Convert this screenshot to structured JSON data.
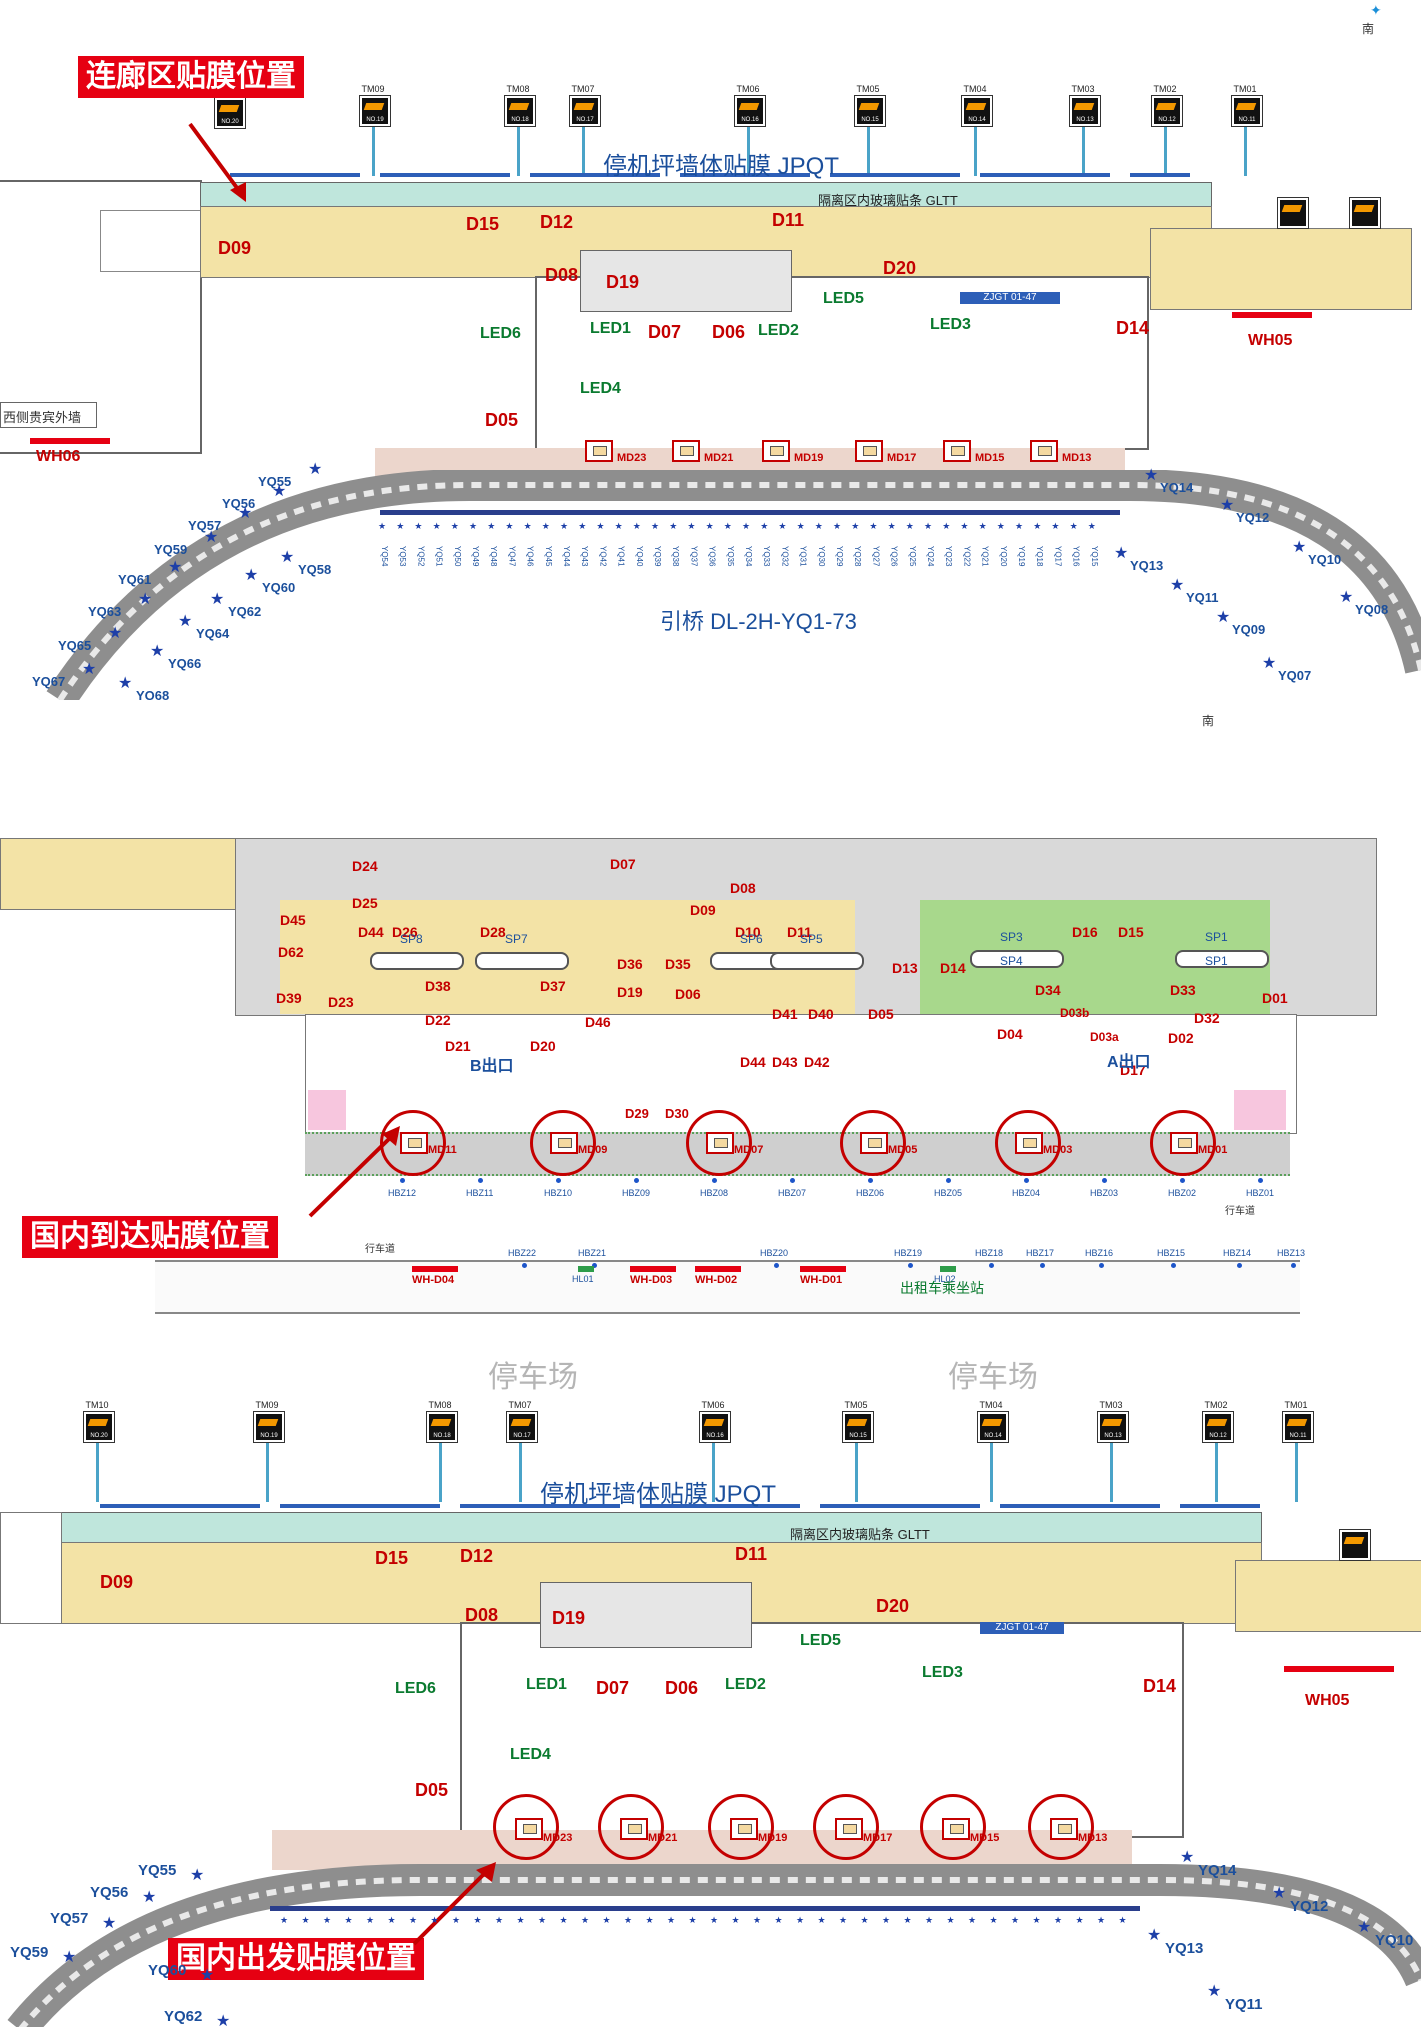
{
  "annotations": {
    "corridor": "连廊区贴膜位置",
    "arrival": "国内到达贴膜位置",
    "departure": "国内出发贴膜位置"
  },
  "compass": {
    "top": "南",
    "mid": "南"
  },
  "top_map": {
    "gates": [
      {
        "tm": "TM09",
        "no": "NO.19"
      },
      {
        "tm": "TM08",
        "no": "NO.18"
      },
      {
        "tm": "TM07",
        "no": "NO.17"
      },
      {
        "tm": "TM06",
        "no": "NO.16"
      },
      {
        "tm": "TM05",
        "no": "NO.15"
      },
      {
        "tm": "TM04",
        "no": "NO.14"
      },
      {
        "tm": "TM03",
        "no": "NO.13"
      },
      {
        "tm": "TM02",
        "no": "NO.12"
      },
      {
        "tm": "TM01",
        "no": "NO.11"
      }
    ],
    "first_gate_no": "NO.20",
    "apron_title": "停机坪墙体贴膜  JPQT",
    "glass_title": "隔离区内玻璃贴条  GLTT",
    "codes": [
      "D09",
      "D15",
      "D12",
      "D11",
      "D08",
      "D19",
      "D20",
      "D07",
      "D06",
      "D05",
      "D14"
    ],
    "leds": [
      "LED1",
      "LED2",
      "LED4",
      "LED5",
      "LED6",
      "LED3"
    ],
    "wh": [
      "WH05",
      "WH06"
    ],
    "west_wall": "西侧贵宾外墙",
    "bridge_title": "引桥  DL-2H-YQ1-73",
    "md": [
      "MD23",
      "MD21",
      "MD19",
      "MD17",
      "MD15",
      "MD13"
    ],
    "yq_left": [
      "YQ55",
      "YQ56",
      "YQ57",
      "YQ59",
      "YQ61",
      "YQ63",
      "YQ65",
      "YQ67",
      "YQ58",
      "YQ60",
      "YQ62",
      "YQ64",
      "YQ66",
      "YQ68"
    ],
    "yq_right": [
      "YQ14",
      "YQ12",
      "YQ10",
      "YQ13",
      "YQ11",
      "YQ08",
      "YQ09",
      "YQ07"
    ],
    "yq_col": [
      "YQ54",
      "YQ53",
      "YQ52",
      "YQ51",
      "YQ50",
      "YQ49",
      "YQ48",
      "YQ47",
      "YQ46",
      "YQ45",
      "YQ44",
      "YQ43",
      "YQ42",
      "YQ41",
      "YQ40",
      "YQ39",
      "YQ38",
      "YQ37",
      "YQ36",
      "YQ35",
      "YQ34",
      "YQ33",
      "YQ32",
      "YQ31",
      "YQ30",
      "YQ29",
      "YQ28",
      "YQ27",
      "YQ26",
      "YQ25",
      "YQ24",
      "YQ23",
      "YQ22",
      "YQ21",
      "YQ20",
      "YQ19",
      "YQ18",
      "YQ17",
      "YQ16",
      "YQ15"
    ],
    "zjgt": "ZJGT 01-47"
  },
  "mid_map": {
    "codes": [
      "D24",
      "D25",
      "D44",
      "D26",
      "D28",
      "D07",
      "D08",
      "D09",
      "D10",
      "D11",
      "D16",
      "D15",
      "D45",
      "D62",
      "D39",
      "D23",
      "D38",
      "D37",
      "D36",
      "D35",
      "D19",
      "D06",
      "D13",
      "D14",
      "D34",
      "D33",
      "D01",
      "D21",
      "D22",
      "D20",
      "D46",
      "D41",
      "D40",
      "D05",
      "D04",
      "D03b",
      "D03a",
      "D02",
      "D32",
      "D44",
      "D43",
      "D42",
      "D29",
      "D30",
      "D17"
    ],
    "sp": [
      "SP8",
      "SP7",
      "SP6",
      "SP5",
      "SP3",
      "SP1",
      "SP4",
      "SP1"
    ],
    "exits": [
      "B出口",
      "A出口"
    ],
    "md": [
      "MD11",
      "MD09",
      "MD07",
      "MD05",
      "MD03",
      "MD01"
    ],
    "hbz_top": [
      "HBZ12",
      "HBZ11",
      "HBZ10",
      "HBZ09",
      "HBZ08",
      "HBZ07",
      "HBZ06",
      "HBZ05",
      "HBZ04",
      "HBZ03",
      "HBZ02",
      "HBZ01"
    ],
    "hbz_bottom": [
      "HBZ22",
      "HBZ21",
      "HBZ20",
      "HBZ19",
      "HBZ18",
      "HBZ17",
      "HBZ16",
      "HBZ15",
      "HBZ14",
      "HBZ13"
    ],
    "wh": [
      "WH-D04",
      "WH-D03",
      "WH-D02",
      "WH-D01"
    ],
    "hl": [
      "HL01",
      "HL02"
    ],
    "lane": "行车道",
    "taxi": "出租车乘坐站",
    "parking": "停车场"
  },
  "bottom_map": {
    "gates": [
      {
        "tm": "TM10",
        "no": "NO.20"
      },
      {
        "tm": "TM09",
        "no": "NO.19"
      },
      {
        "tm": "TM08",
        "no": "NO.18"
      },
      {
        "tm": "TM07",
        "no": "NO.17"
      },
      {
        "tm": "TM06",
        "no": "NO.16"
      },
      {
        "tm": "TM05",
        "no": "NO.15"
      },
      {
        "tm": "TM04",
        "no": "NO.14"
      },
      {
        "tm": "TM03",
        "no": "NO.13"
      },
      {
        "tm": "TM02",
        "no": "NO.12"
      },
      {
        "tm": "TM01",
        "no": "NO.11"
      }
    ],
    "apron_title": "停机坪墙体贴膜  JPQT",
    "glass_title": "隔离区内玻璃贴条  GLTT",
    "codes": [
      "D09",
      "D15",
      "D12",
      "D11",
      "D08",
      "D19",
      "D20",
      "D07",
      "D06",
      "D05",
      "D14"
    ],
    "leds": [
      "LED6",
      "LED1",
      "LED2",
      "LED5",
      "LED3",
      "LED4"
    ],
    "wh": "WH05",
    "md": [
      "MD23",
      "MD21",
      "MD19",
      "MD17",
      "MD15",
      "MD13"
    ],
    "yq_left": [
      "YQ55",
      "YQ56",
      "YQ57",
      "YQ59",
      "YQ60",
      "YQ62"
    ],
    "yq_right": [
      "YQ14",
      "YQ12",
      "YQ10",
      "YQ13",
      "YQ11"
    ],
    "zjgt": "ZJGT 01-47"
  },
  "colors": {
    "red": "#e60012",
    "apron_blue": "#1b4f9c",
    "floor": "#f3e3a6",
    "glass": "#bfe6dc"
  }
}
